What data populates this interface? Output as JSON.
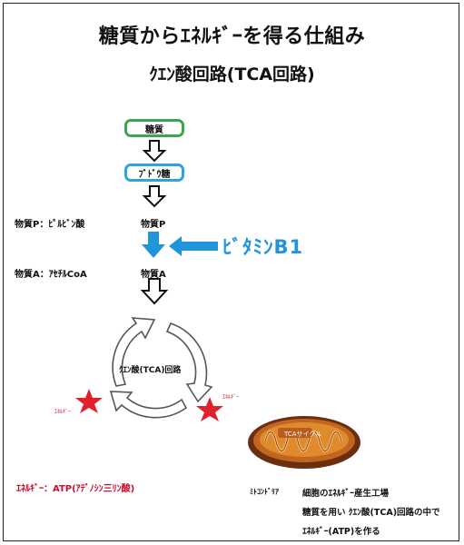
{
  "title": "糖質からｴﾈﾙｷﾞｰを得る仕組み",
  "subtitle": "ｸｴﾝ酸回路(TCA回路)",
  "nodes": {
    "sugar": "糖質",
    "glucose": "ﾌﾞﾄﾞｳ糖",
    "substance_p": "物質P",
    "substance_a": "物質A",
    "cycle": "ｸｴﾝ酸(TCA)回路"
  },
  "side_labels": {
    "p": "物質P：ﾋﾟﾙﾋﾞﾝ酸",
    "a": "物質A：ｱｾﾁﾙCoA"
  },
  "vitamin": "ﾋﾞﾀﾐﾝB1",
  "energy_small_left": "ｴﾈﾙｷﾞｰ",
  "energy_small_right": "ｴﾈﾙｷﾞｰ",
  "energy_note": "ｴﾈﾙｷﾞｰ：ATP(ｱﾃﾞﾉｼﾝ三ﾘﾝ酸)",
  "mitochondria": {
    "badge": "TCAサイクル",
    "label": "ﾐﾄｺﾝﾄﾞﾘｱ",
    "desc_line1": "細胞のｴﾈﾙｷﾞｰ産生工場",
    "desc_line2": "糖質を用い ｸｴﾝ酸(TCA)回路の中で",
    "desc_line3": "ｴﾈﾙｷﾞｰ(ATP)を作る"
  },
  "colors": {
    "green_box": "#3aa84a",
    "blue_box": "#2ea3dc",
    "vitamin_blue": "#1e96d9",
    "energy_red": "#c8102e",
    "star_red": "#e0202a"
  }
}
